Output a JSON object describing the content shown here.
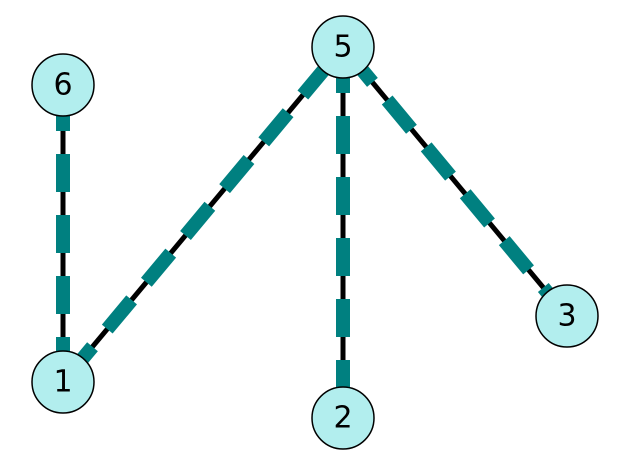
{
  "graph": {
    "nodes": [
      {
        "id": "6",
        "label": "6"
      },
      {
        "id": "5",
        "label": "5"
      },
      {
        "id": "1",
        "label": "1"
      },
      {
        "id": "2",
        "label": "2"
      },
      {
        "id": "3",
        "label": "3"
      }
    ],
    "edges": [
      {
        "source": "6",
        "target": "1"
      },
      {
        "source": "1",
        "target": "5"
      },
      {
        "source": "5",
        "target": "2"
      },
      {
        "source": "5",
        "target": "3"
      }
    ],
    "colors": {
      "node_fill": "#b2eeee",
      "node_stroke": "#000000",
      "edge_base": "#000000",
      "edge_dash": "#008080",
      "label": "#000000"
    }
  }
}
